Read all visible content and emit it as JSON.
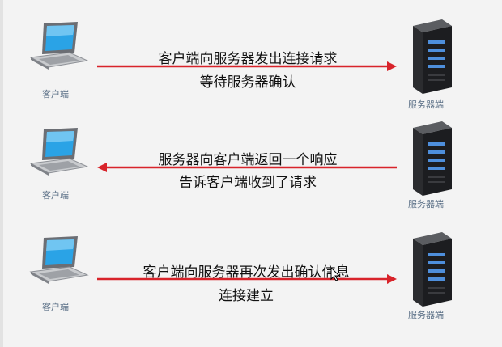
{
  "labels": {
    "client": "客户端",
    "server": "服务器端"
  },
  "steps": [
    {
      "line1": "客户端向服务器发出连接请求",
      "line2": "等待服务器确认",
      "direction": "client-to-server"
    },
    {
      "line1": "服务器向客户端返回一个响应",
      "line2": "告诉客户端收到了请求",
      "direction": "server-to-client"
    },
    {
      "line1": "客户端向服务器再次发出确认信息",
      "line2": "连接建立",
      "direction": "client-to-server"
    }
  ],
  "colors": {
    "arrow": "#d8232a",
    "label": "#5a6f86",
    "text": "#111111",
    "background": "#f3f3f3"
  },
  "icons": [
    "laptop-icon",
    "server-icon",
    "cursor-icon"
  ]
}
